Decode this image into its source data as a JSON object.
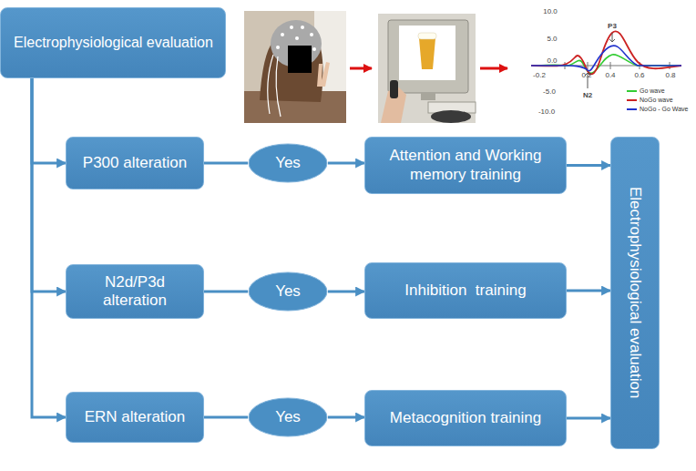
{
  "diagram": {
    "nodes": [
      {
        "text": [
          "Electrophysiological evaluation"
        ]
      },
      {
        "text": [
          "P300 alteration"
        ]
      },
      {
        "text": [
          "Yes"
        ]
      },
      {
        "text": [
          "Attention and Working memory training"
        ]
      },
      {
        "text": [
          "N2d/P3d alteration"
        ]
      },
      {
        "text": [
          "Yes"
        ]
      },
      {
        "text": [
          "Inhibition  training"
        ]
      },
      {
        "text": [
          "ERN alteration"
        ]
      },
      {
        "text": [
          "Yes"
        ]
      },
      {
        "text": [
          "Metacognition training"
        ]
      },
      {
        "text": [
          "Electrophysiological evaluation"
        ]
      }
    ],
    "edges": [
      {
        "from": 0,
        "to": 1,
        "arrow": "to"
      },
      {
        "from": 0,
        "to": 4,
        "arrow": "to"
      },
      {
        "from": 0,
        "to": 7,
        "arrow": "to"
      },
      {
        "from": 1,
        "to": 2,
        "arrow": "none"
      },
      {
        "from": 2,
        "to": 3,
        "arrow": "to"
      },
      {
        "from": 3,
        "to": 10,
        "arrow": "to"
      },
      {
        "from": 4,
        "to": 5,
        "arrow": "none"
      },
      {
        "from": 5,
        "to": 6,
        "arrow": "to"
      },
      {
        "from": 6,
        "to": 10,
        "arrow": "to"
      },
      {
        "from": 7,
        "to": 8,
        "arrow": "none"
      },
      {
        "from": 8,
        "to": 9,
        "arrow": "to"
      },
      {
        "from": 9,
        "to": 10,
        "arrow": "to"
      }
    ],
    "labels": [
      "10.0",
      "5.0",
      "0.0",
      "-5.0",
      "-10.0",
      "-0.2",
      "0.2",
      "0.4",
      "0.6",
      "0.8",
      "P3",
      "N2"
    ],
    "legend": [
      {
        "text": "Go wave",
        "color": "#33cc33"
      },
      {
        "text": "NoGo wave",
        "color": "#cc2222"
      },
      {
        "text": "NoGo - Go Wave",
        "color": "#2233cc"
      }
    ]
  }
}
